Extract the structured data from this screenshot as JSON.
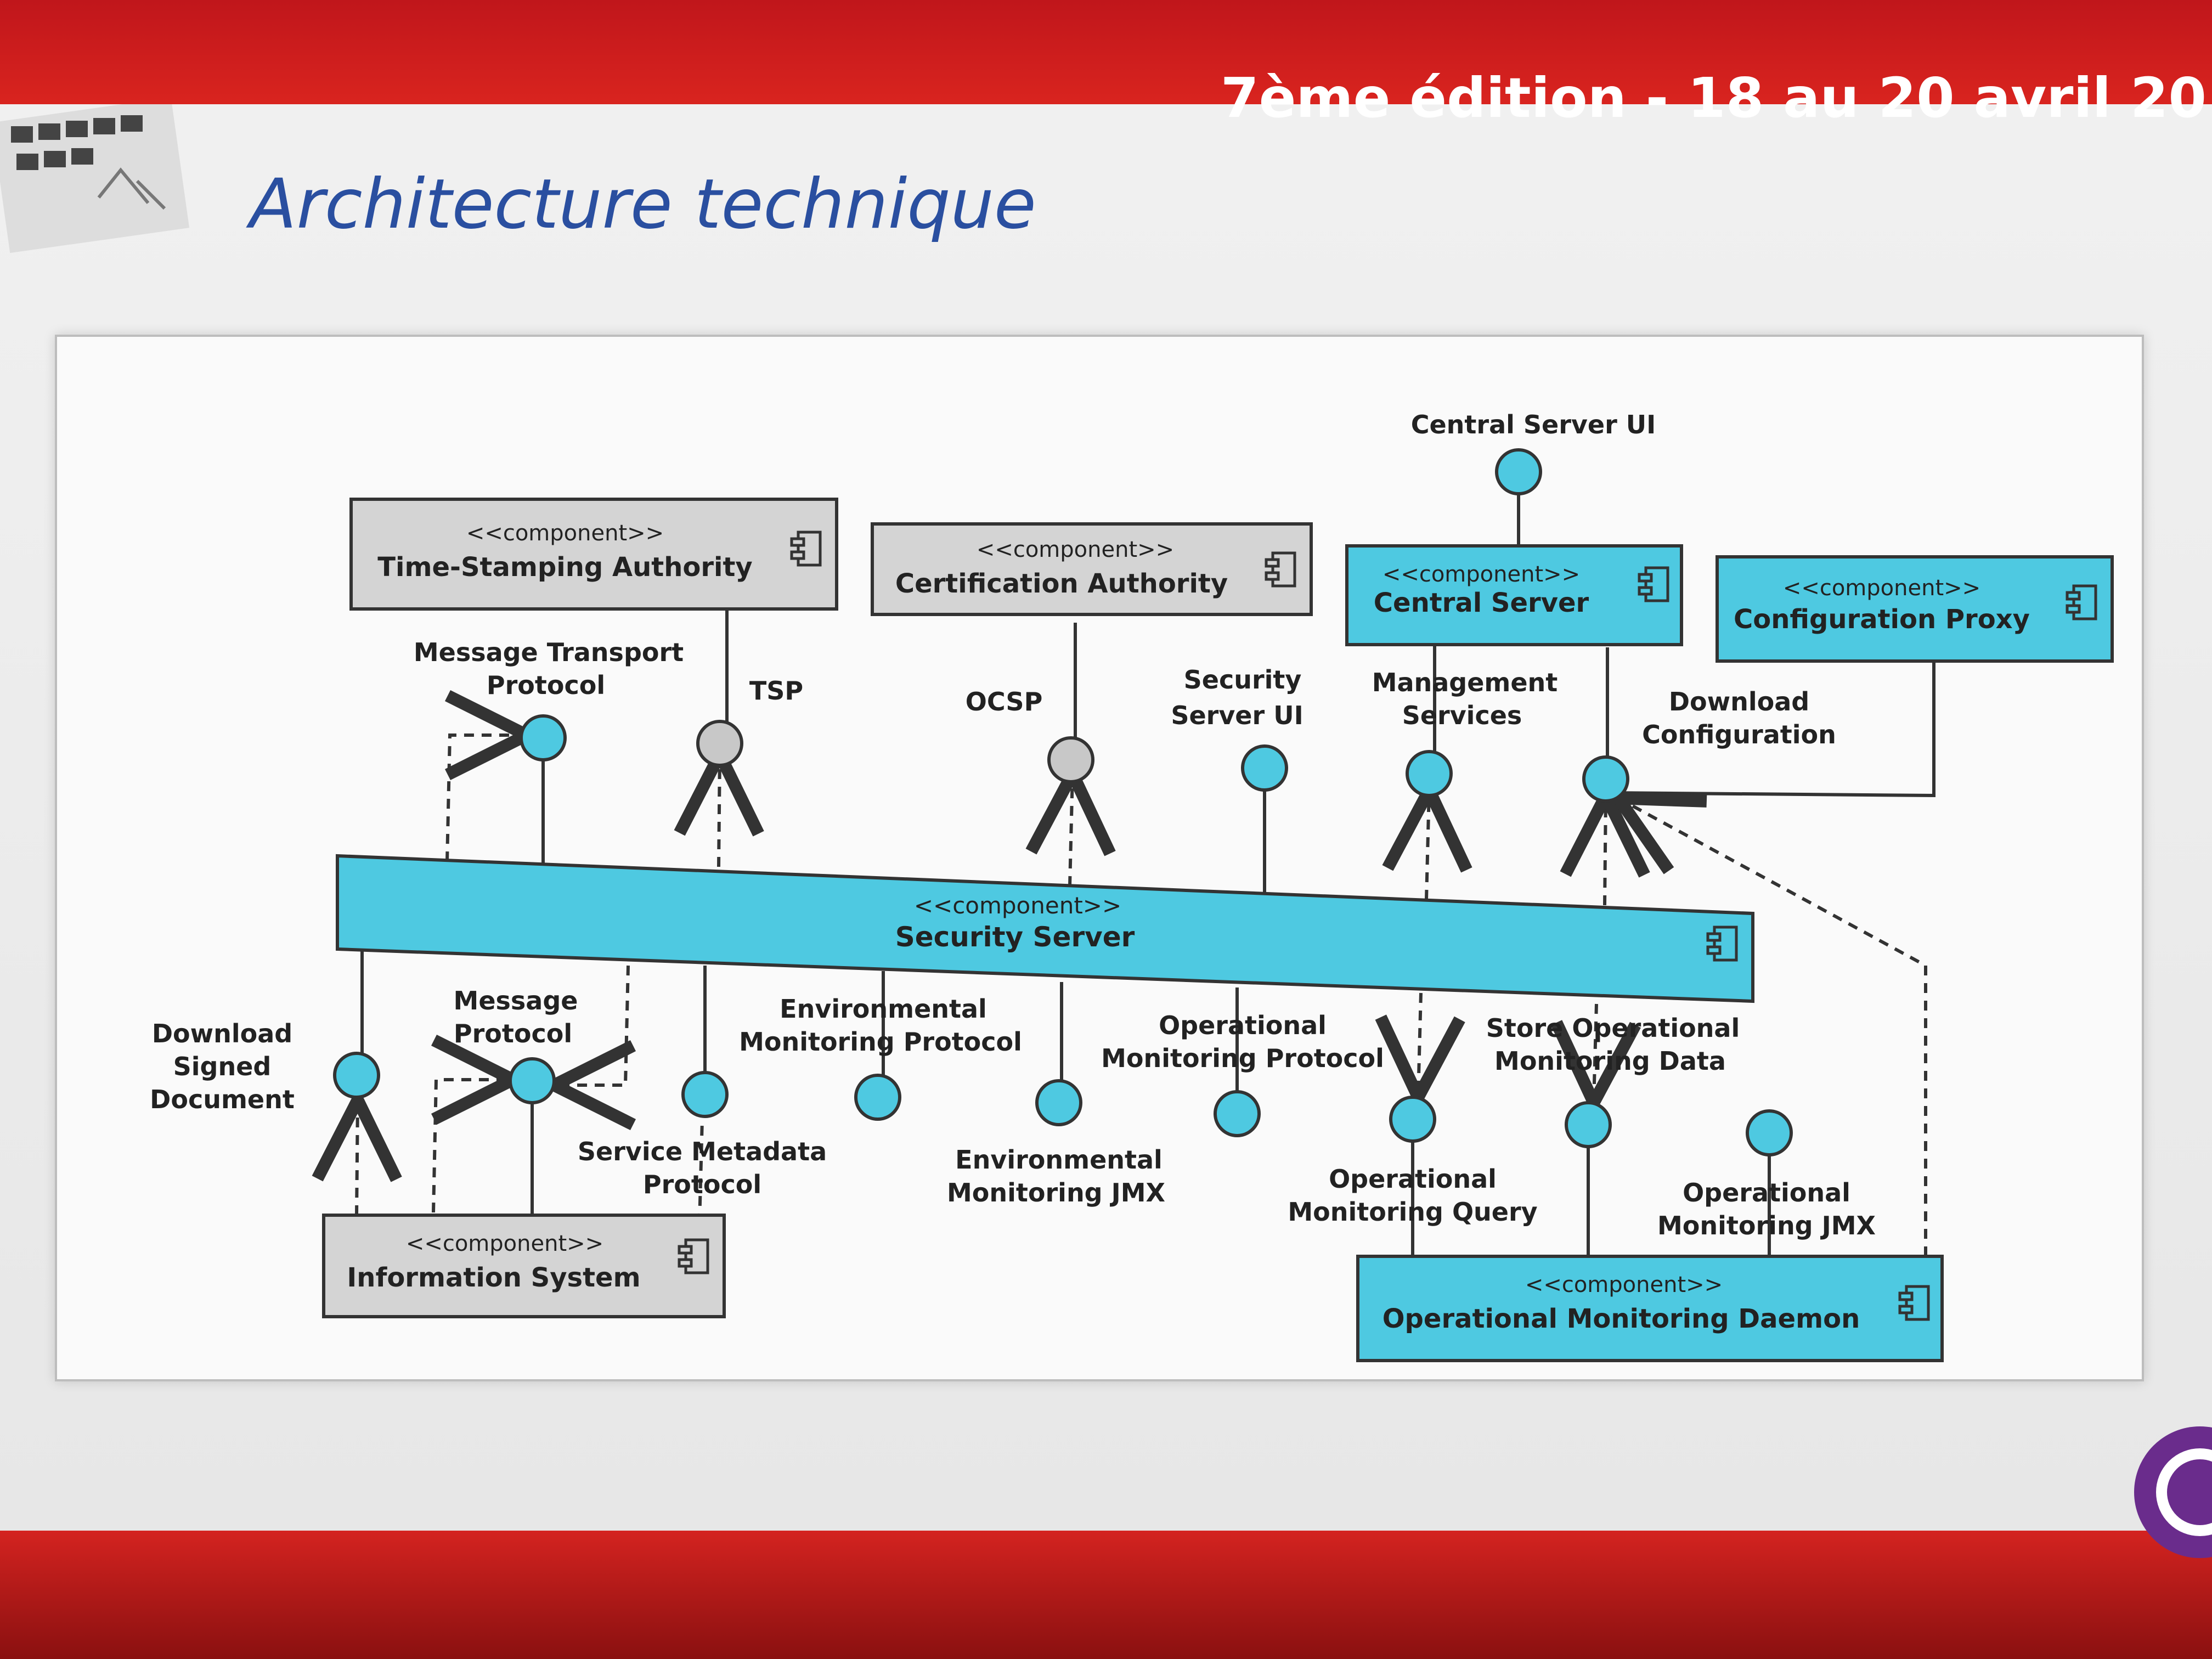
{
  "header": {
    "edition": "7ème édition - 18 au 20 avril 20",
    "title": "Architecture technique"
  },
  "colors": {
    "red_bar": "#d42320",
    "title_blue": "#2a4fa0",
    "component_cyan": "#4ec9e1",
    "component_gray": "#d4d4d4"
  },
  "diagram": {
    "stereotype": "<<component>>",
    "components": {
      "tsa": "Time-Stamping Authority",
      "ca": "Certification Authority",
      "cs": "Central Server",
      "cp": "Configuration Proxy",
      "ss": "Security Server",
      "is": "Information System",
      "omd": "Operational Monitoring Daemon"
    },
    "interfaces": {
      "central_server_ui": "Central Server UI",
      "message_transport": [
        "Message Transport",
        "Protocol"
      ],
      "tsp": "TSP",
      "ocsp": "OCSP",
      "security_server_ui": [
        "Security",
        "Server UI"
      ],
      "management_services": [
        "Management",
        "Services"
      ],
      "download_configuration": [
        "Download",
        "Configuration"
      ],
      "download_signed_document": [
        "Download",
        "Signed",
        "Document"
      ],
      "message_protocol": [
        "Message",
        "Protocol"
      ],
      "environmental_monitoring_protocol": [
        "Environmental",
        "Monitoring Protocol"
      ],
      "operational_monitoring_protocol": [
        "Operational",
        "Monitoring Protocol"
      ],
      "store_operational_monitoring_data": [
        "Store Operational",
        "Monitoring Data"
      ],
      "service_metadata_protocol": [
        "Service Metadata",
        "Protocol"
      ],
      "environmental_monitoring_jmx": [
        "Environmental",
        "Monitoring JMX"
      ],
      "operational_monitoring_query": [
        "Operational",
        "Monitoring Query"
      ],
      "operational_monitoring_jmx": [
        "Operational",
        "Monitoring JMX"
      ]
    }
  }
}
